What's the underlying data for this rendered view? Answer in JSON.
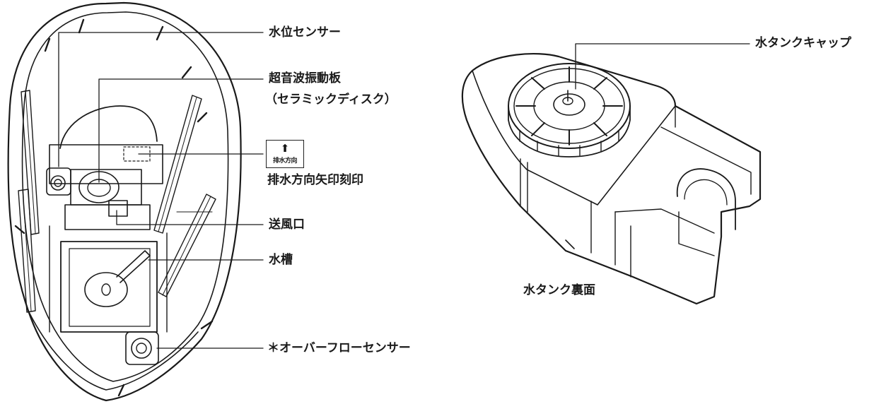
{
  "labels": {
    "water_level_sensor": "水位センサー",
    "ultrasonic_plate": "超音波振動板",
    "ceramic_disc": "（セラミックディスク）",
    "drain_direction_mark": "排水方向矢印刻印",
    "air_outlet": "送風口",
    "water_basin": "水槽",
    "overflow_sensor": "＊オーバーフローセンサー",
    "tank_cap": "水タンクキャップ",
    "tank_underside": "水タンク裏面"
  },
  "drain_icon": {
    "icon": "up-arrow-icon",
    "text": "排水方向"
  },
  "colors": {
    "line": "#1a1a1a",
    "fill": "#ffffff"
  }
}
